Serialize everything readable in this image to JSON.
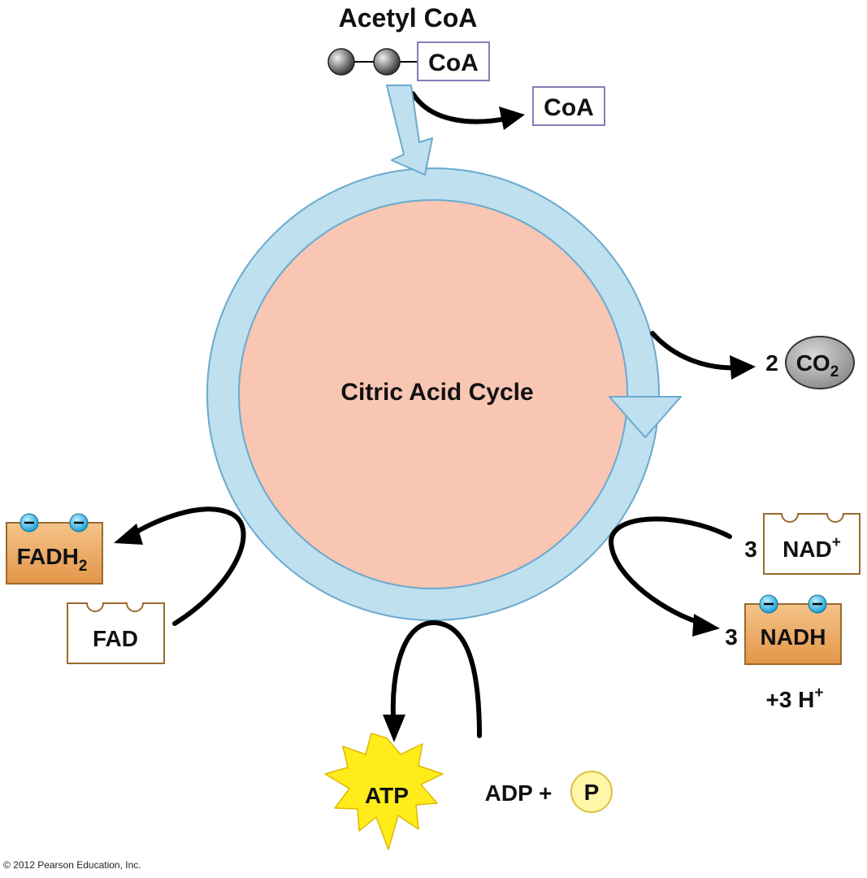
{
  "title": "Acetyl CoA",
  "acetyl_coa": {
    "coa_label": "CoA"
  },
  "released_coa": {
    "label": "CoA"
  },
  "cycle": {
    "label": "Citric Acid Cycle",
    "ring_color": "#bfe0ef",
    "inner_color": "#f8c6b3"
  },
  "co2": {
    "count": "2",
    "label": "CO",
    "subscript": "2"
  },
  "fadh2": {
    "label": "FADH",
    "subscript": "2"
  },
  "fad": {
    "label": "FAD"
  },
  "nad_plus": {
    "count": "3",
    "label": "NAD",
    "superscript": "+"
  },
  "nadh": {
    "count": "3",
    "label": "NADH"
  },
  "protons": {
    "label": "+3 H",
    "superscript": "+"
  },
  "atp": {
    "label": "ATP"
  },
  "adp": {
    "label": "ADP +"
  },
  "phosphate": {
    "label": "P"
  },
  "copyright": "© 2012 Pearson Education, Inc.",
  "colors": {
    "carrier_fill": "#e9a55a",
    "carrier_stroke": "#9a6a2e",
    "empty_carrier_stroke": "#9a6a2e",
    "electron_fill": "#28b4e6",
    "coa_box_stroke": "#8a7ab8",
    "co2_fill": "#a0a0a0",
    "atp_burst": "#ffec1a",
    "phosphate_fill": "#fff6a8"
  }
}
